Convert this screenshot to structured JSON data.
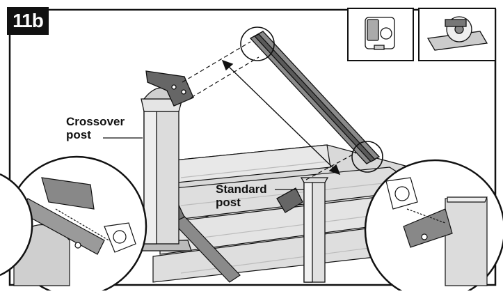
{
  "step": {
    "badge": "11b"
  },
  "labels": {
    "crossover_line1": "Crossover",
    "crossover_line2": "post",
    "standard_line1": "Standard",
    "standard_line2": "post"
  },
  "tools": [
    {
      "name": "tape-measure-icon"
    },
    {
      "name": "circular-saw-icon"
    }
  ],
  "colors": {
    "ink": "#111111",
    "deck": "#d9d9d9",
    "deck_light": "#ececec",
    "post": "#dcdcdc",
    "rail": "#8a8a8a",
    "rail_dark": "#5a5a5a"
  }
}
